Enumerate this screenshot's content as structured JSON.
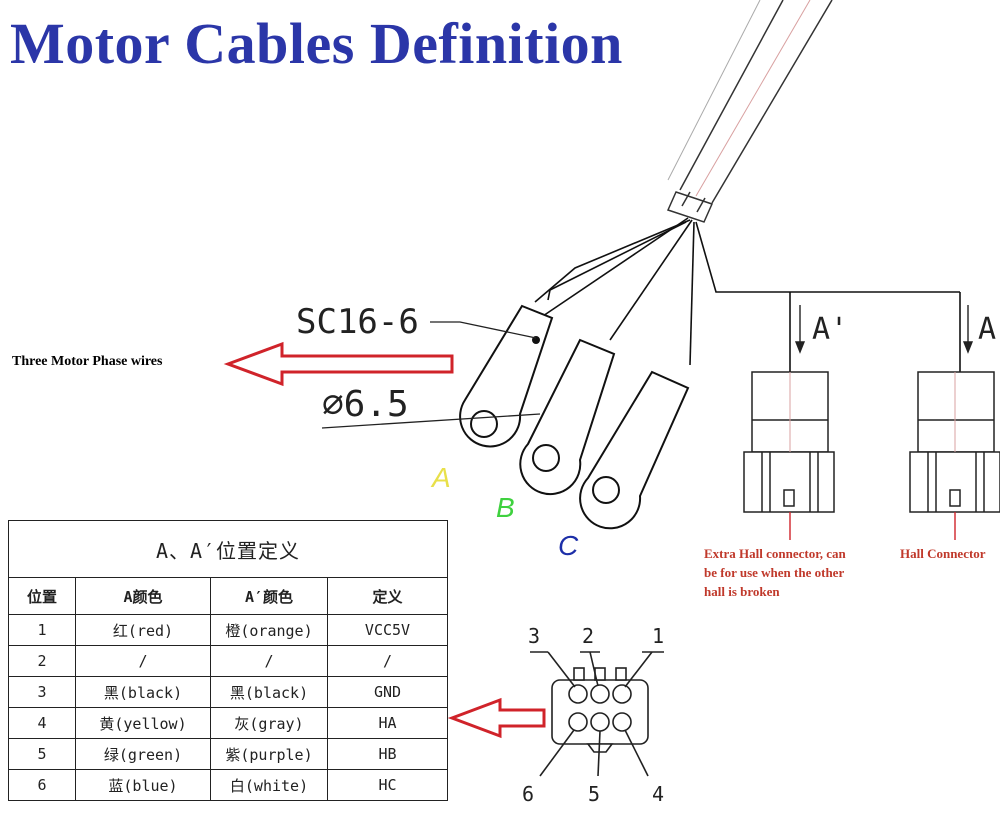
{
  "title": "Motor Cables Definition",
  "labels": {
    "part_number": "SC16-6",
    "diameter": "⌀6.5",
    "phase_wires": "Three Motor Phase wires",
    "phase_a": "A",
    "phase_b": "B",
    "phase_c": "C",
    "hall_a_prime_marker": "A'",
    "hall_a_marker": "A",
    "extra_hall_note": [
      "Extra Hall connector, can",
      "be for use when the other",
      "hall is broken"
    ],
    "hall_connector_note": "Hall Connector"
  },
  "colors": {
    "title": "#2b36a8",
    "arrow": "#d0232a",
    "note": "#c0392b",
    "phase_a": "#e8e04a",
    "phase_b": "#3fd13f",
    "phase_c": "#1d2fa8"
  },
  "table": {
    "caption": "A、A′位置定义",
    "headers": [
      "位置",
      "A颜色",
      "A′颜色",
      "定义"
    ],
    "rows": [
      [
        "1",
        "红(red)",
        "橙(orange)",
        "VCC5V"
      ],
      [
        "2",
        "/",
        "/",
        "/"
      ],
      [
        "3",
        "黑(black)",
        "黑(black)",
        "GND"
      ],
      [
        "4",
        "黄(yellow)",
        "灰(gray)",
        "HA"
      ],
      [
        "5",
        "绿(green)",
        "紫(purple)",
        "HB"
      ],
      [
        "6",
        "蓝(blue)",
        "白(white)",
        "HC"
      ]
    ]
  },
  "connector_pins": {
    "top": [
      "3",
      "2",
      "1"
    ],
    "bottom": [
      "6",
      "5",
      "4"
    ]
  }
}
